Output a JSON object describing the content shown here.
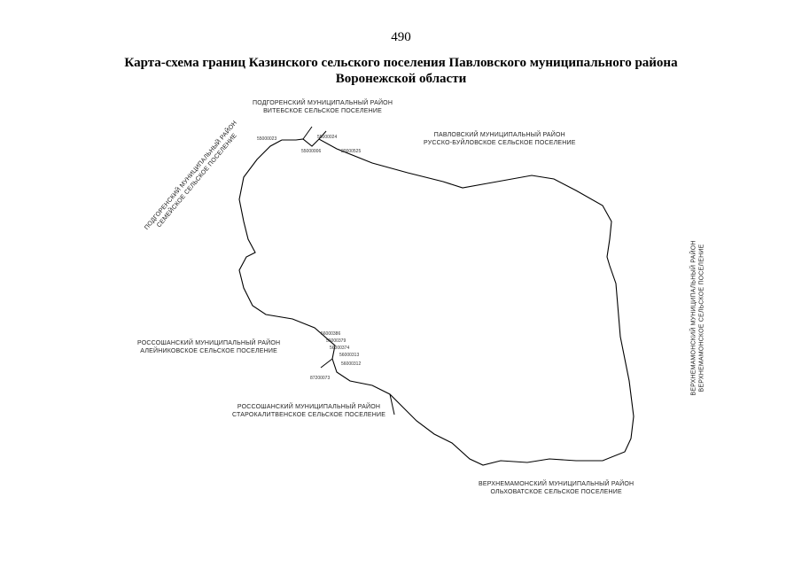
{
  "page_number": "490",
  "title_line1": "Карта-схема границ Казинского сельского поселения Павловского муниципального района",
  "title_line2": "Воронежской области",
  "neighbors": {
    "north": [
      "ПОДГОРЕНСКИЙ МУНИЦИПАЛЬНЫЙ РАЙОН",
      "ВИТЕБСКОЕ СЕЛЬСКОЕ ПОСЕЛЕНИЕ"
    ],
    "northeast": [
      "ПАВЛОВСКИЙ МУНИЦИПАЛЬНЫЙ РАЙОН",
      "РУССКО-БУЙЛОВСКОЕ СЕЛЬСКОЕ ПОСЕЛЕНИЕ"
    ],
    "northwest": [
      "ПОДГОРЕНСКИЙ МУНИЦИПАЛЬНЫЙ РАЙОН",
      "СЕМЕЙСКОЕ СЕЛЬСКОЕ ПОСЕЛЕНИЕ"
    ],
    "west": [
      "РОССОШАНСКИЙ МУНИЦИПАЛЬНЫЙ РАЙОН",
      "АЛЕЙНИКОВСКОЕ СЕЛЬСКОЕ ПОСЕЛЕНИЕ"
    ],
    "southwest": [
      "РОССОШАНСКИЙ МУНИЦИПАЛЬНЫЙ РАЙОН",
      "СТАРОКАЛИТВЕНСКОЕ СЕЛЬСКОЕ ПОСЕЛЕНИЕ"
    ],
    "south": [
      "ВЕРХНЕМАМОНСКИЙ МУНИЦИПАЛЬНЫЙ РАЙОН",
      "ОЛЬХОВАТСКОЕ СЕЛЬСКОЕ ПОСЕЛЕНИЕ"
    ],
    "east": [
      "ВЕРХНЕМАМОНСКИЙ МУНИЦИПАЛЬНЫЙ РАЙОН",
      "ВЕРХНЕМАМОНСКОЕ СЕЛЬСКОЕ ПОСЕЛЕНИЕ"
    ]
  },
  "vertex_labels": [
    "55000023",
    "55000024",
    "55000006",
    "20000525",
    "56000386",
    "56000379",
    "56000374",
    "56000313",
    "56000312",
    "87200073"
  ],
  "line_color": "#000000"
}
